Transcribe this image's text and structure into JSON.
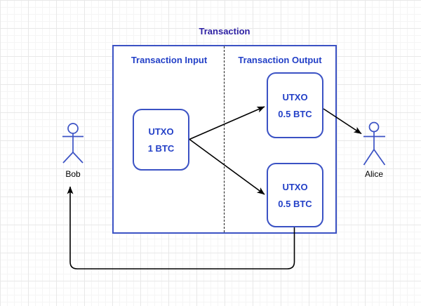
{
  "diagram": {
    "title": "Transaction",
    "main_box": {
      "input_label": "Transaction Input",
      "output_label": "Transaction Output"
    },
    "nodes": {
      "input_utxo": {
        "name": "UTXO",
        "amount": "1 BTC"
      },
      "output_utxo_top": {
        "name": "UTXO",
        "amount": "0.5 BTC"
      },
      "output_utxo_bottom": {
        "name": "UTXO",
        "amount": "0.5 BTC"
      }
    },
    "actors": {
      "bob": {
        "label": "Bob"
      },
      "alice": {
        "label": "Alice"
      }
    },
    "colors": {
      "title_text": "#2e21a3",
      "blue_text": "#2340c7",
      "shape_border": "#3b52c4",
      "arrow": "#000000",
      "grid_minor": "#f5f5f5",
      "grid_major": "#e8e8e8"
    }
  }
}
